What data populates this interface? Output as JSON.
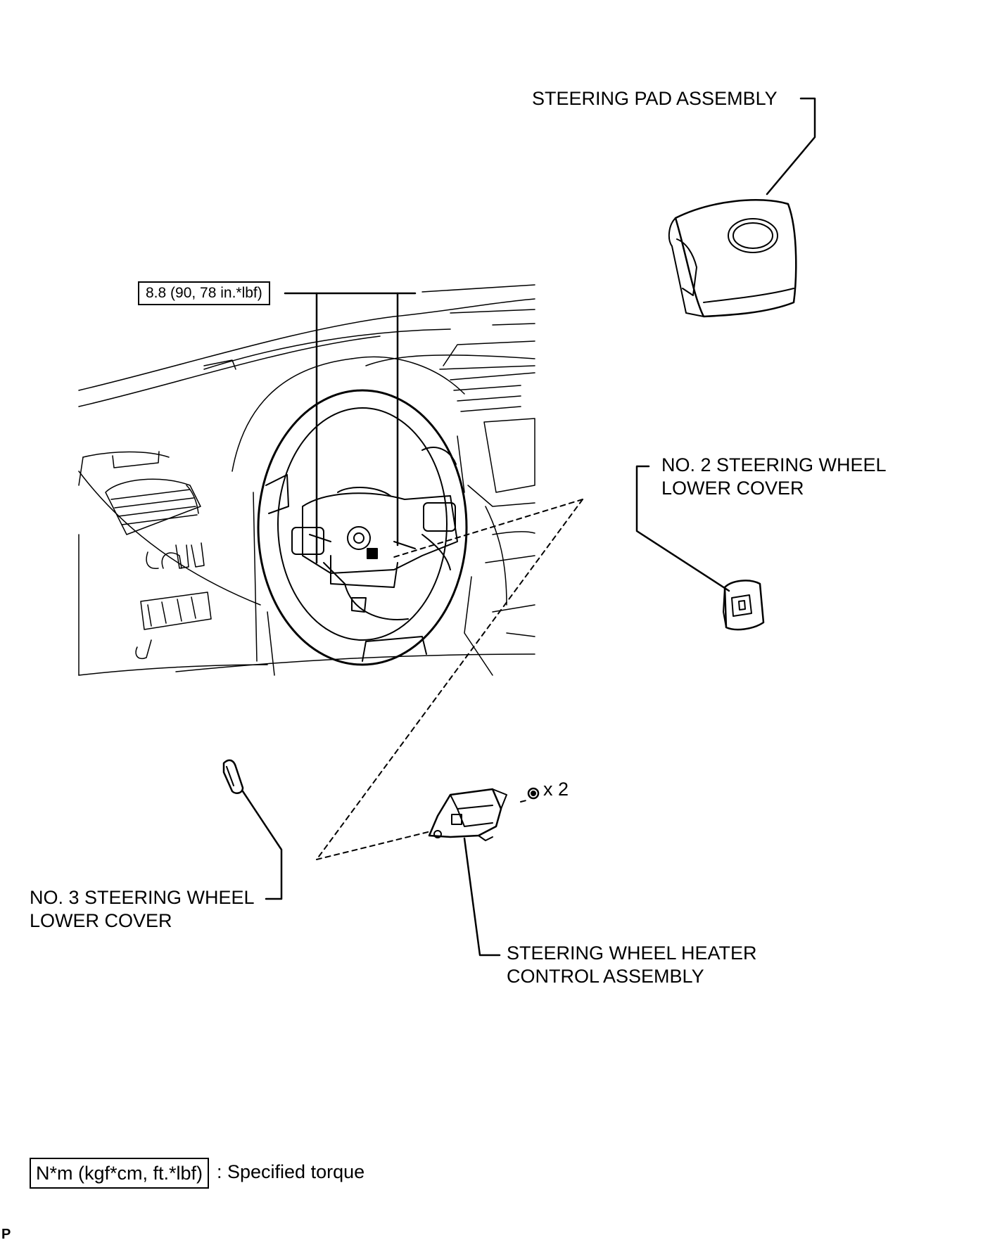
{
  "labels": {
    "steering_pad": "STEERING PAD ASSEMBLY",
    "no2_line1": "NO. 2 STEERING WHEEL",
    "no2_line2": "LOWER COVER",
    "no3_line1": "NO. 3 STEERING WHEEL",
    "no3_line2": "LOWER COVER",
    "heater_line1": "STEERING WHEEL HEATER",
    "heater_line2": "CONTROL ASSEMBLY",
    "screw_count": "x 2"
  },
  "torque_spec": "8.8 (90, 78 in.*lbf)",
  "legend": {
    "unit_box": "N*m (kgf*cm, ft.*lbf)",
    "description": ": Specified torque"
  },
  "corner_mark": "P",
  "colors": {
    "line": "#000000",
    "background": "#ffffff"
  },
  "icons": [
    "steering-wheel-icon",
    "steering-pad-icon",
    "lower-cover-icon",
    "heater-control-icon",
    "screw-icon"
  ]
}
